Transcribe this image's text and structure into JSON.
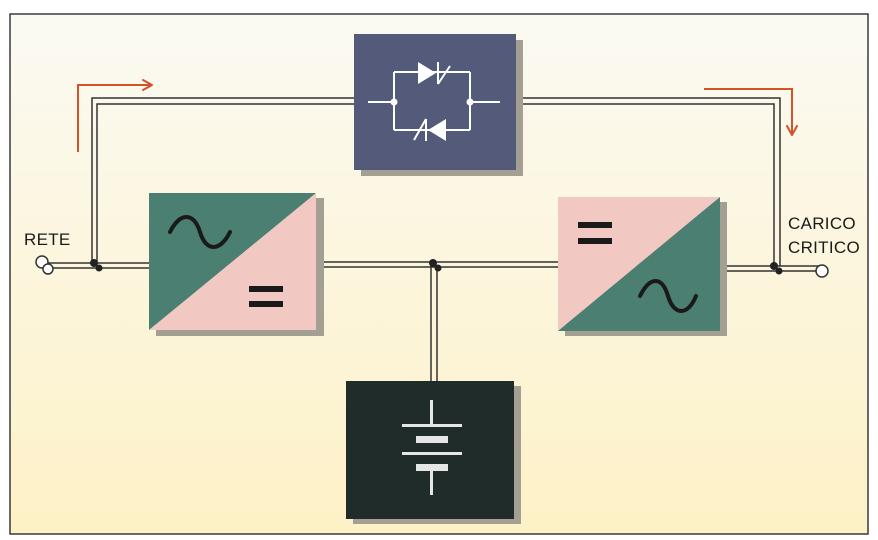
{
  "labels": {
    "input": "RETE",
    "output_line1": "CARICO",
    "output_line2": "CRITICO"
  },
  "colors": {
    "background_top": "#fbfaf3",
    "background_bottom": "#fdf1c6",
    "border": "#3a3a3a",
    "bypass_block": "#535a7a",
    "converter_green": "#4a7f72",
    "converter_pink": "#f2c9c2",
    "battery_block": "#1f2c29",
    "block_shadow": "#a39f92",
    "arrow": "#d2522a",
    "wire": "#333333"
  },
  "icons": {
    "bypass": "anti-parallel-thyristors-icon",
    "rectifier_input": "ac-sine-icon",
    "rectifier_output": "dc-equals-icon",
    "inverter_input": "dc-equals-icon",
    "inverter_output": "ac-sine-icon",
    "battery": "battery-icon"
  }
}
